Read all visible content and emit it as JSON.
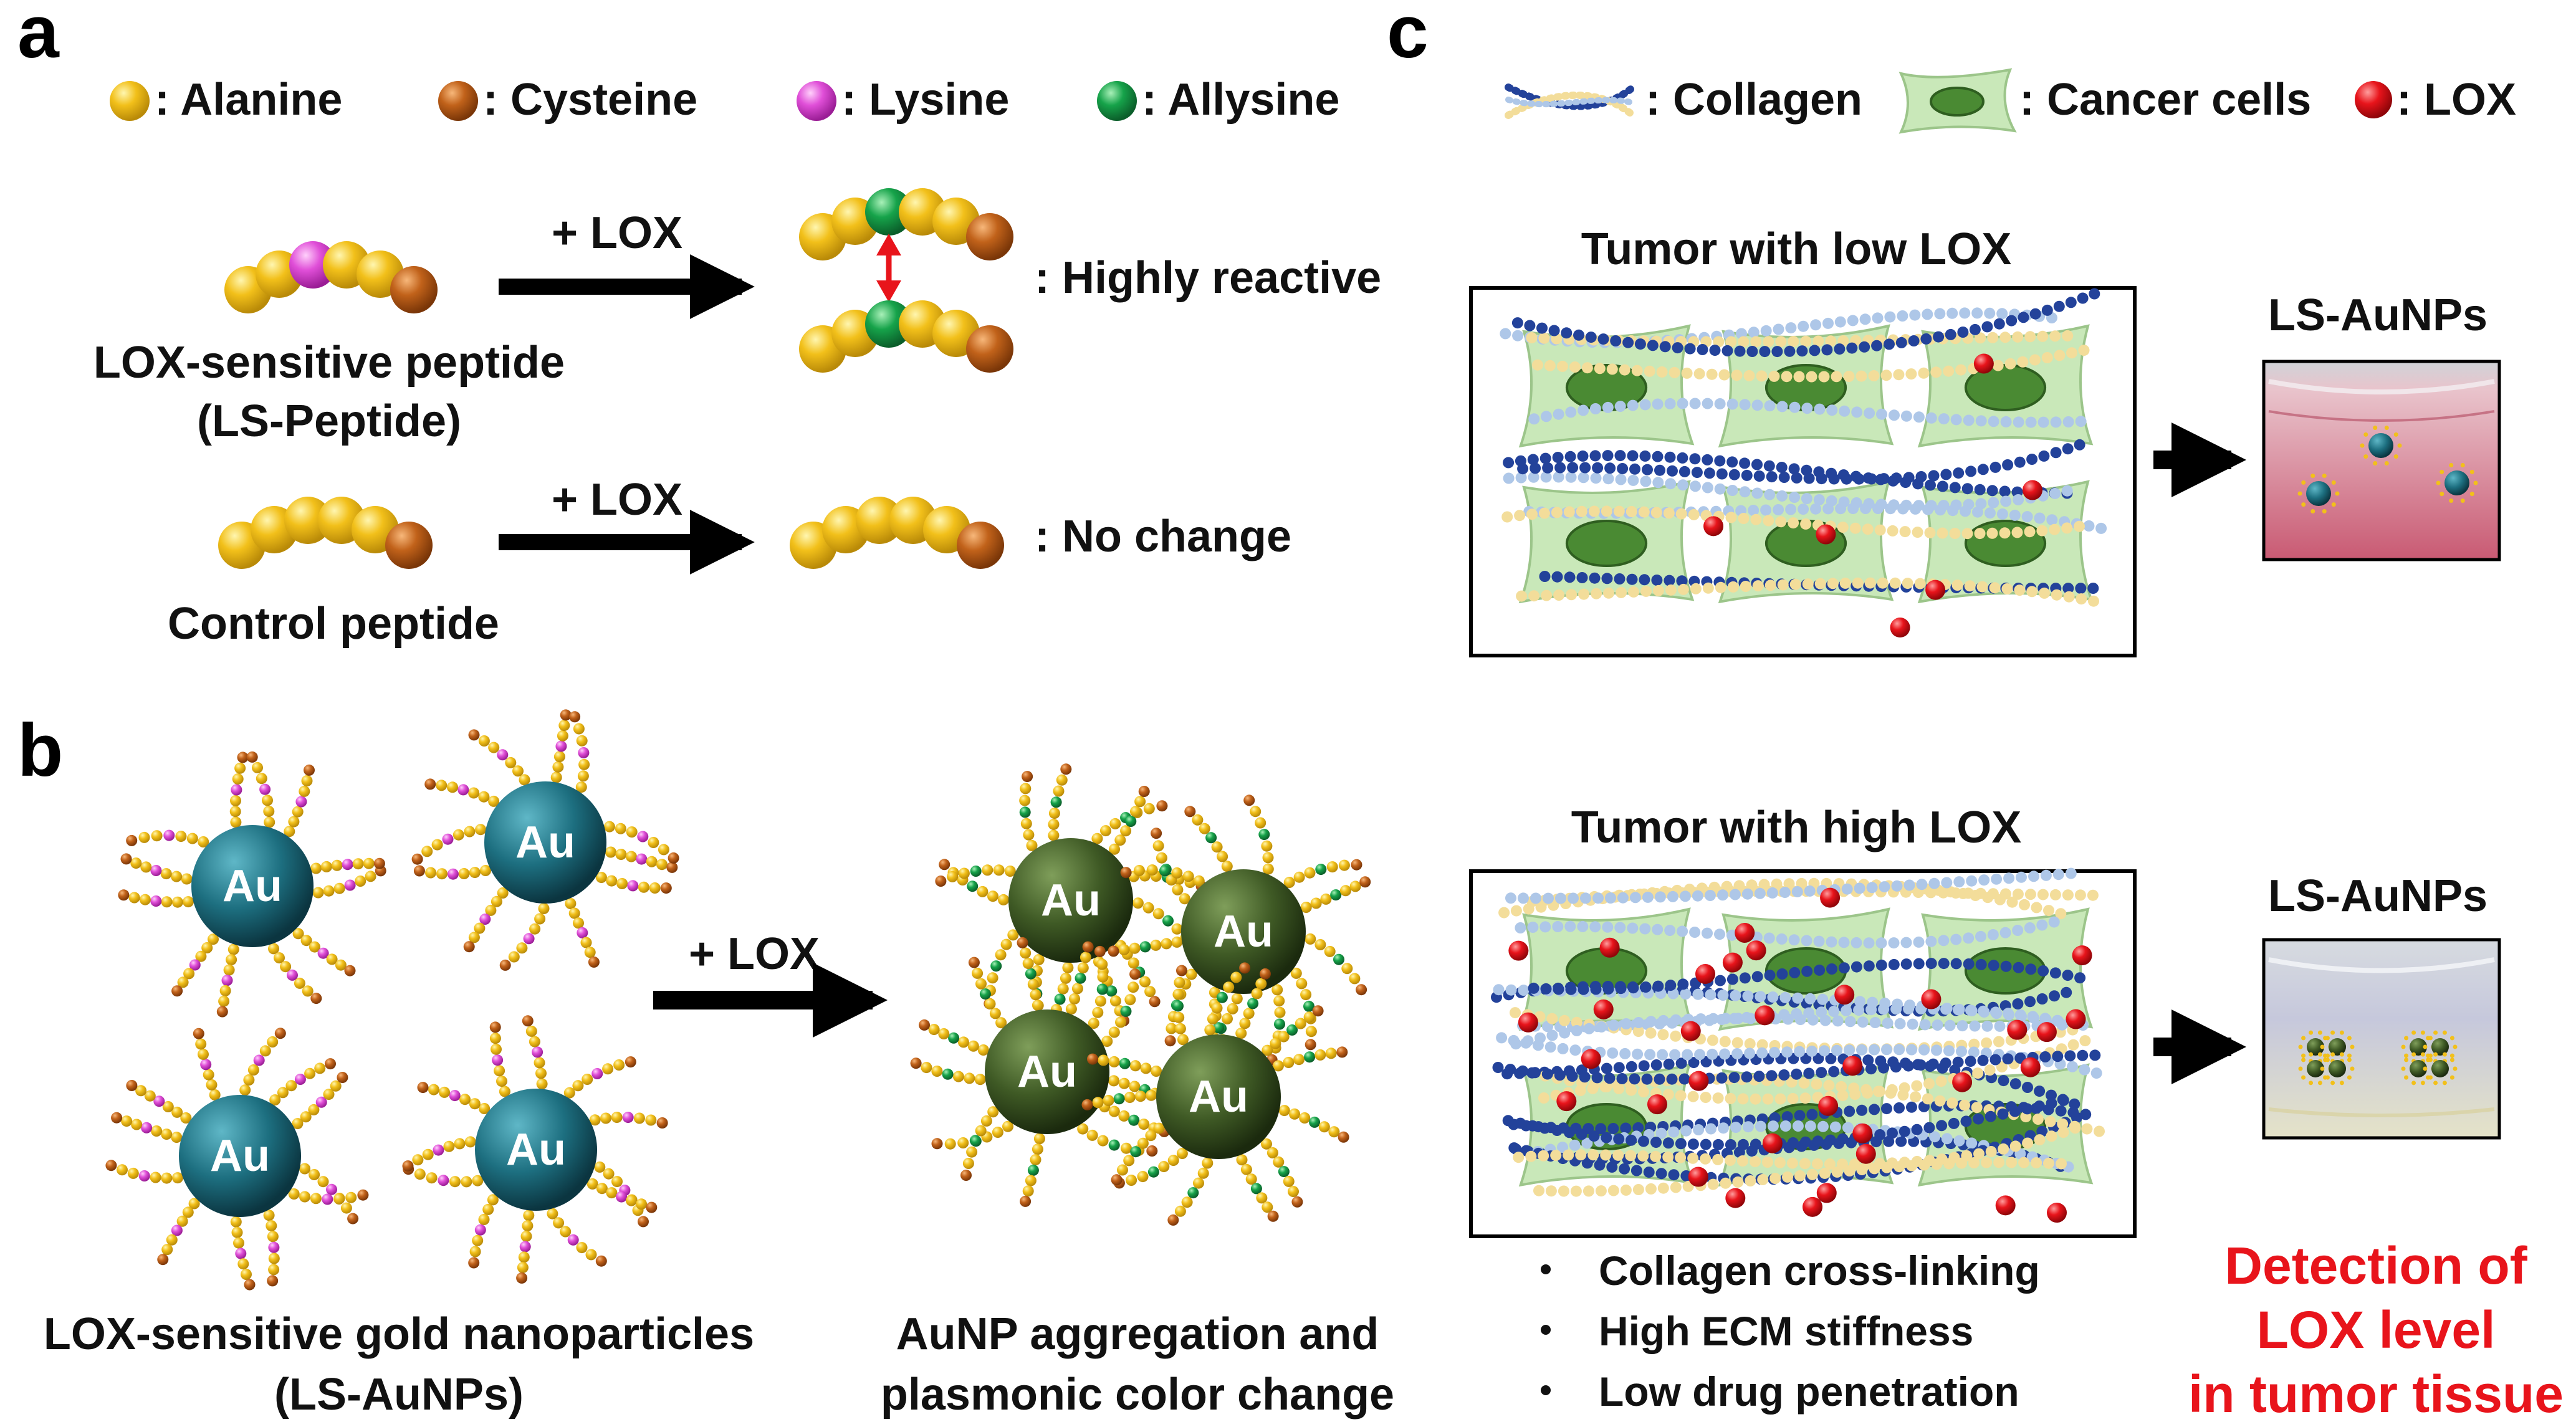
{
  "panels": {
    "a": "a",
    "b": "b",
    "c": "c"
  },
  "legend_a": {
    "alanine": ": Alanine",
    "cysteine": ": Cysteine",
    "lysine": ": Lysine",
    "allysine": ": Allysine"
  },
  "panel_a": {
    "lox_arrow_1": "+ LOX",
    "lox_arrow_2": "+ LOX",
    "highly_reactive": ": Highly reactive",
    "no_change": ": No change",
    "ls_peptide_line1": "LOX-sensitive peptide",
    "ls_peptide_line2": "(LS-Peptide)",
    "control_peptide": "Control peptide"
  },
  "panel_b": {
    "lox_arrow": "+ LOX",
    "au_label": "Au",
    "left_caption_line1": "LOX-sensitive gold nanoparticles",
    "left_caption_line2": "(LS-AuNPs)",
    "right_caption_line1": "AuNP aggregation and",
    "right_caption_line2": "plasmonic color change"
  },
  "legend_c": {
    "collagen": ": Collagen",
    "cancer_cells": ": Cancer cells",
    "lox": ": LOX"
  },
  "panel_c": {
    "low_title": "Tumor with low LOX",
    "high_title": "Tumor with high LOX",
    "ls_aunps_top": "LS-AuNPs",
    "ls_aunps_bottom": "LS-AuNPs",
    "bullets": [
      "Collagen cross-linking",
      "High ECM stiffness",
      "Low drug penetration"
    ],
    "detection_line1": "Detection of",
    "detection_line2": "LOX level",
    "detection_line3": "in tumor tissue"
  },
  "colors": {
    "alanine": "#f2c01a",
    "cysteine": "#c1621a",
    "lysine": "#e04fd8",
    "allysine": "#16a34a",
    "lox": "#e8141b",
    "au_teal": "#1d6f80",
    "au_dark": "#3f5a25",
    "cell": "#c9e8b9",
    "nucleus": "#4a8a33",
    "collagen_blue": "#23429a",
    "collagen_light": "#aec7e8",
    "collagen_yellow": "#f3dd9a"
  }
}
